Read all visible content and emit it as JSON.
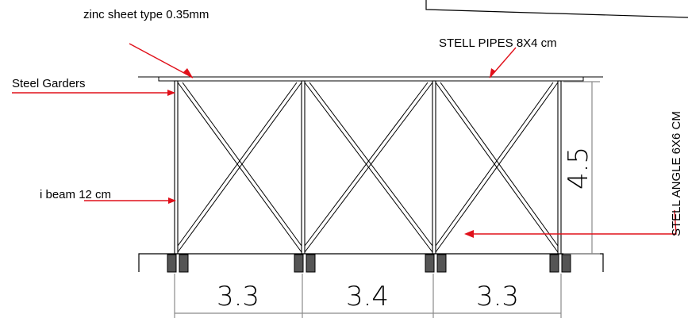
{
  "labels": {
    "zinc_sheet": "zinc sheet type 0.35mm",
    "steel_pipes": "STELL PIPES 8X4 cm",
    "steel_garders": "Steel Garders",
    "i_beam": "i beam 12 cm",
    "steel_angle": "STELL ANGLE 6X6 CM"
  },
  "dimensions": {
    "height": "4.5",
    "spans": [
      "3.3",
      "3.4",
      "3.3"
    ]
  },
  "colors": {
    "line": "#000000",
    "leader": "#e0101a",
    "dimension_line": "#8a8a8a"
  }
}
